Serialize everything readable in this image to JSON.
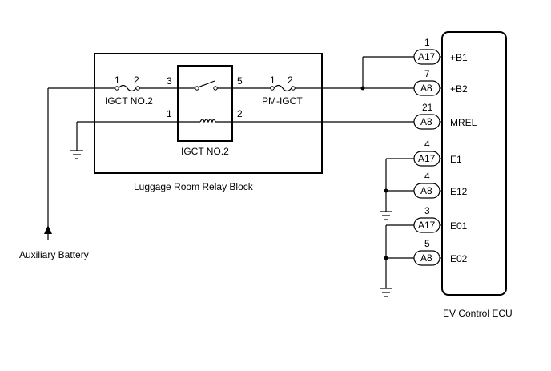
{
  "diagram": {
    "relay_block_label": "Luggage Room Relay Block",
    "ecu_label": "EV Control ECU",
    "battery_label": "Auxiliary Battery",
    "fuse_igct": {
      "label": "IGCT NO.2",
      "pin_left": "1",
      "pin_right": "2"
    },
    "fuse_pm": {
      "label": "PM-IGCT",
      "pin_left": "1",
      "pin_right": "2"
    },
    "relay": {
      "label": "IGCT NO.2",
      "pin_switch_in": "3",
      "pin_switch_out": "5",
      "pin_coil_in": "1",
      "pin_coil_out": "2"
    },
    "ecu_pins": [
      {
        "pin": "1",
        "connector": "A17",
        "signal": "+B1"
      },
      {
        "pin": "7",
        "connector": "A8",
        "signal": "+B2"
      },
      {
        "pin": "21",
        "connector": "A8",
        "signal": "MREL"
      },
      {
        "pin": "4",
        "connector": "A17",
        "signal": "E1"
      },
      {
        "pin": "4",
        "connector": "A8",
        "signal": "E12"
      },
      {
        "pin": "3",
        "connector": "A17",
        "signal": "E01"
      },
      {
        "pin": "5",
        "connector": "A8",
        "signal": "E02"
      }
    ]
  }
}
